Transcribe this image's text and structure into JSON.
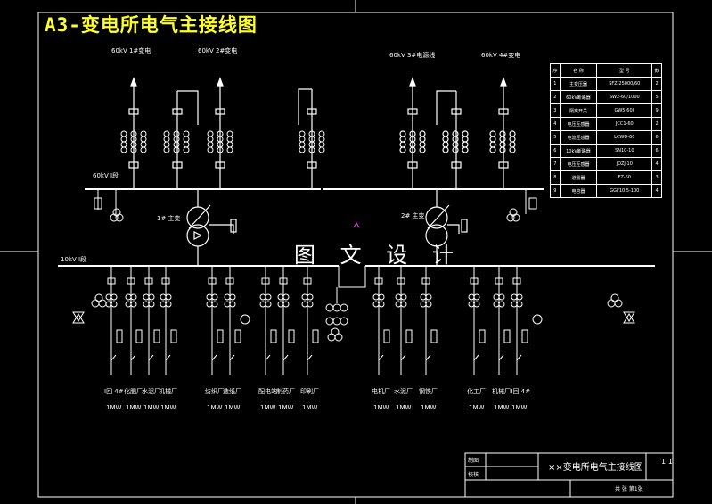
{
  "title": "A3-变电所电气主接线图",
  "watermark": "图 文 设 计",
  "incoming": {
    "left_1": "60kV 1#变电",
    "left_2": "60kV 2#变电",
    "right_1": "60kV 3#电源线",
    "right_2": "60kV 4#变电"
  },
  "bus_labels": {
    "hv_left": "60kV Ⅰ段",
    "lv_left": "10kV Ⅰ段",
    "transformer_1": "1# 主变",
    "transformer_2": "2# 主变"
  },
  "feeders": [
    {
      "name": "Ⅰ回 4#",
      "load": "1MW"
    },
    {
      "name": "化肥厂",
      "load": "1MW"
    },
    {
      "name": "水泥厂",
      "load": "1MW"
    },
    {
      "name": "机械厂",
      "load": "1MW"
    },
    {
      "name": "纺织厂",
      "load": "1MW"
    },
    {
      "name": "造纸厂",
      "load": "1MW"
    },
    {
      "name": "配电站",
      "load": "1MW"
    },
    {
      "name": "制药厂",
      "load": "1MW"
    },
    {
      "name": "印刷厂",
      "load": "1MW"
    },
    {
      "name": "电机厂",
      "load": "1MW"
    },
    {
      "name": "水泥厂",
      "load": "1MW"
    },
    {
      "name": "钢铁厂",
      "load": "1MW"
    },
    {
      "name": "化工厂",
      "load": "1MW"
    },
    {
      "name": "机械厂",
      "load": "1MW"
    },
    {
      "name": "Ⅱ回 4#",
      "load": "1MW"
    }
  ],
  "equipment_table": {
    "headers": [
      "序",
      "名 称",
      "型 号",
      "数"
    ],
    "rows": [
      [
        "1",
        "主变压器",
        "SFZ-25000/60",
        "2"
      ],
      [
        "2",
        "60kV断路器",
        "SW2-60/1000",
        "5"
      ],
      [
        "3",
        "隔离开关",
        "GW5-60Ⅱ",
        "9"
      ],
      [
        "4",
        "电压互感器",
        "JCC1-60",
        "2"
      ],
      [
        "5",
        "电流互感器",
        "LCWD-60",
        "6"
      ],
      [
        "6",
        "10kV断路器",
        "SN10-10",
        "6"
      ],
      [
        "7",
        "电压互感器",
        "JDZJ-10",
        "4"
      ],
      [
        "8",
        "避雷器",
        "FZ-60",
        "3"
      ],
      [
        "9",
        "电容器",
        "GGF10.5-100",
        "4"
      ]
    ]
  },
  "title_block": {
    "drawing_name": "××变电所电气主接线图",
    "scale": "1:1",
    "row1": "制图",
    "row2": "校核",
    "page": "共 张 第1张"
  },
  "colors": {
    "background": "#000000",
    "lines": "#ffffff",
    "title": "#ffff2a",
    "marker": "#ff44ff"
  }
}
